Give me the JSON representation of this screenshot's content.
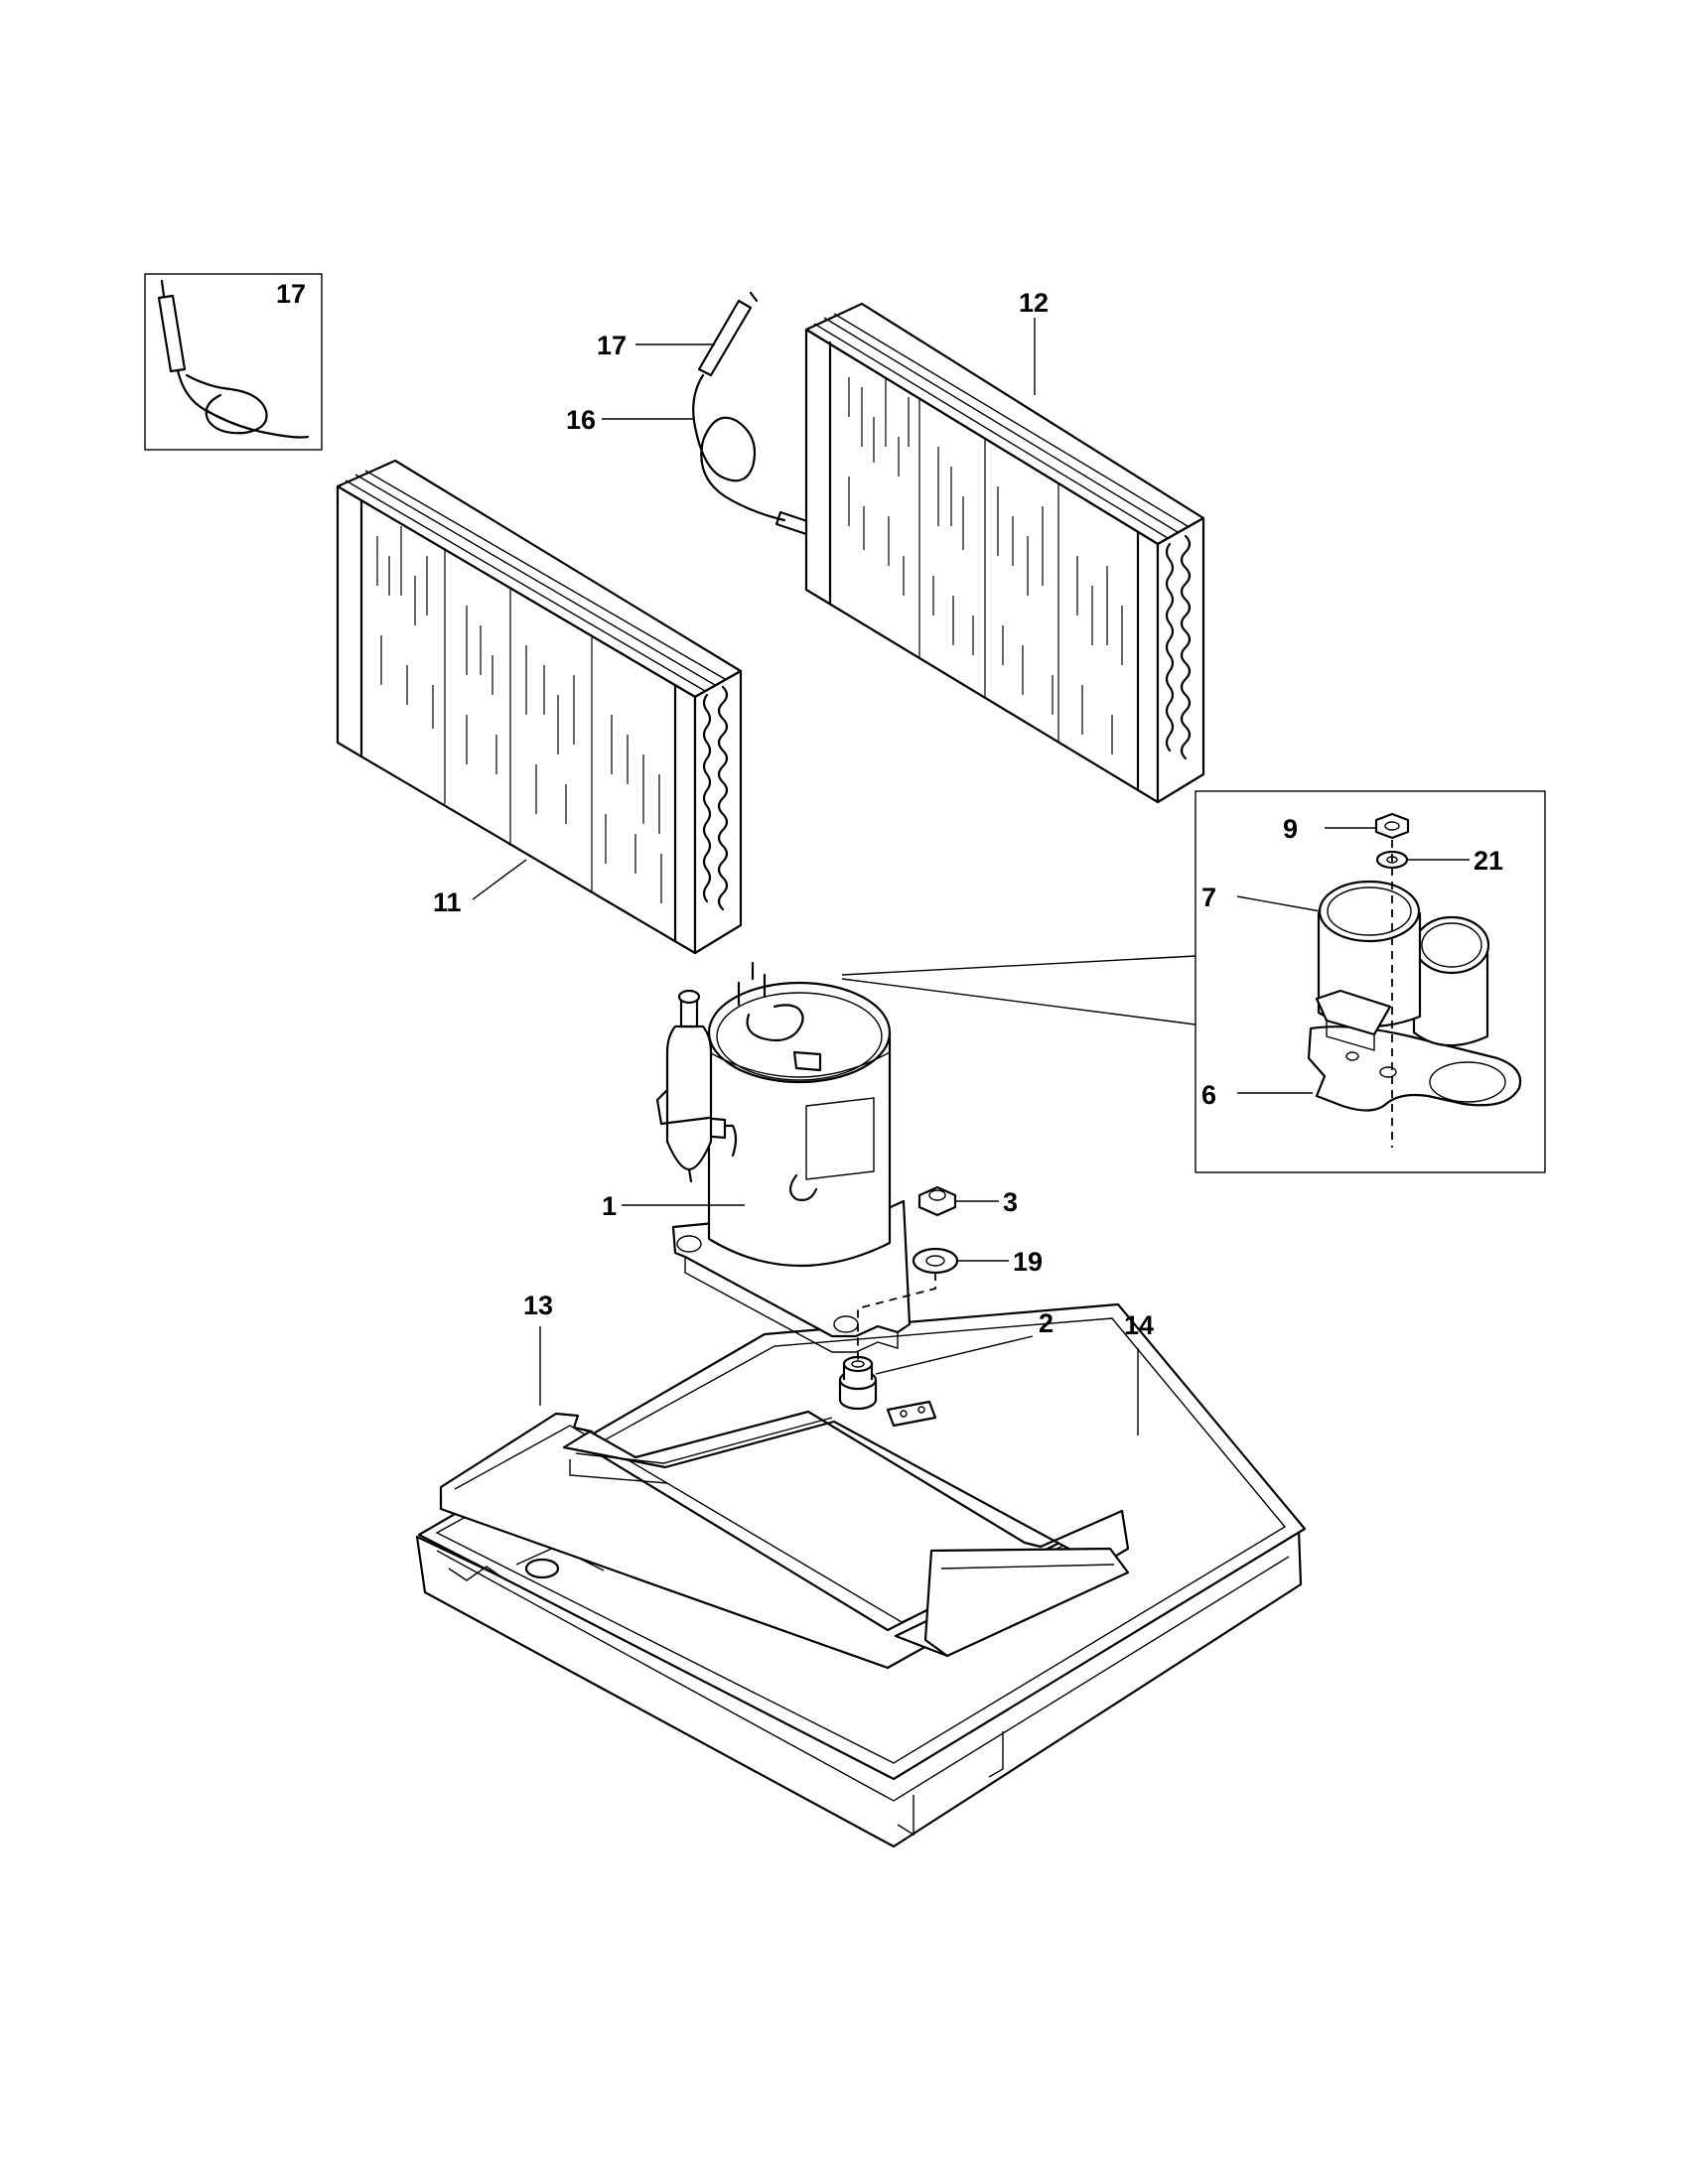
{
  "callouts": {
    "c17_inset": "17",
    "c17": "17",
    "c16": "16",
    "c12": "12",
    "c11": "11",
    "c9": "9",
    "c21": "21",
    "c7": "7",
    "c6": "6",
    "c1": "1",
    "c3": "3",
    "c19": "19",
    "c13": "13",
    "c14": "14",
    "c2": "2"
  }
}
